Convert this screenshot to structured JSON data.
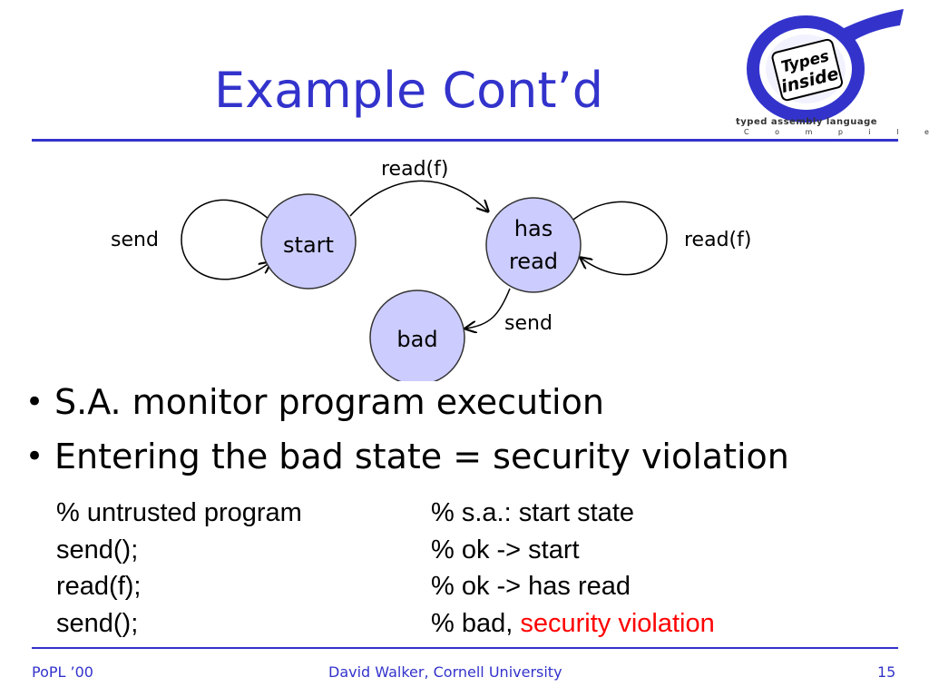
{
  "slide": {
    "title": "Example Cont’d"
  },
  "logo": {
    "icon": "sigma-logo",
    "badge_line1": "Types",
    "badge_line2": "inside",
    "caption": "typed assembly language",
    "subcaption": "C o m p i l e r"
  },
  "diagram": {
    "states": [
      {
        "id": "start",
        "label": "start"
      },
      {
        "id": "has-read",
        "label_lines": [
          "has",
          "read"
        ]
      },
      {
        "id": "bad",
        "label": "bad"
      }
    ],
    "transitions": [
      {
        "from": "start",
        "to": "start",
        "label": "send"
      },
      {
        "from": "start",
        "to": "has-read",
        "label": "read(f)"
      },
      {
        "from": "has-read",
        "to": "has-read",
        "label": "read(f)"
      },
      {
        "from": "has-read",
        "to": "bad",
        "label": "send"
      }
    ],
    "colors": {
      "state_fill": "#ccccff",
      "state_stroke": "#333333"
    }
  },
  "bullets": [
    "S.A. monitor program execution",
    "Entering the bad state = security violation"
  ],
  "code": [
    {
      "left": "% untrusted program",
      "right": "% s.a.: start state"
    },
    {
      "left": "send();",
      "right": "% ok -> start"
    },
    {
      "left": "read(f);",
      "right": "% ok -> has read"
    },
    {
      "left": "send();",
      "right": "% bad, ",
      "highlight": "security violation"
    }
  ],
  "footer": {
    "left": "PoPL ’00",
    "center": "David Walker, Cornell University",
    "page": "15"
  },
  "colors": {
    "accent": "#3333cc",
    "violation": "#ff0000"
  }
}
